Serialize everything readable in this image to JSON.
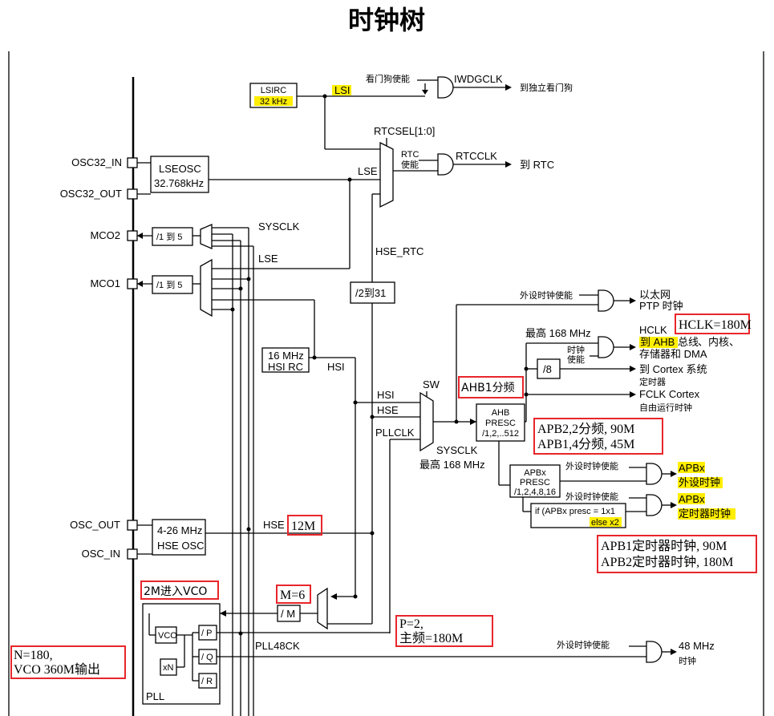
{
  "title": "时钟树",
  "pins": {
    "osc32_in": "OSC32_IN",
    "osc32_out": "OSC32_OUT",
    "mco2": "MCO2",
    "mco1": "MCO1",
    "osc_out": "OSC_OUT",
    "osc_in": "OSC_IN"
  },
  "blocks": {
    "lsirc_1": "LSIRC",
    "lsirc_2": "32 kHz",
    "lseosc_1": "LSEOSC",
    "lseosc_2": "32.768kHz",
    "mco_div": "/1 到 5",
    "hsirc_1": "16 MHz",
    "hsirc_2": "HSI RC",
    "div2to31": "/2到31",
    "hseosc_1": "4-26 MHz",
    "hseosc_2": "HSE OSC",
    "div_m": "/ M",
    "vco": "VCO",
    "xn": "xN",
    "div_p": "/ P",
    "div_q": "/ Q",
    "div_r": "/ R",
    "pll": "PLL",
    "div8": "/8",
    "ahb_1": "AHB",
    "ahb_2": "PRESC",
    "ahb_3": "/1,2,..512",
    "apbx_1": "APBx",
    "apbx_2": "PRESC",
    "apbx_3": "/1,2,4,8,16",
    "timmul_1": "if (APBx presc = 1x1",
    "timmul_2": "else x2"
  },
  "signals": {
    "lsi": "LSI",
    "lse": "LSE",
    "lse2": "LSE",
    "sysclk_mux": "SYSCLK",
    "hsi": "HSI",
    "hsi2": "HSI",
    "hse": "HSE",
    "hse2": "HSE",
    "pllclk": "PLLCLK",
    "hse_rtc": "HSE_RTC",
    "rtcsel": "RTCSEL[1:0]",
    "sw": "SW",
    "sysclk": "SYSCLK",
    "sysclk_max": "最高 168 MHz",
    "pll48ck": "PLL48CK",
    "hclk": "HCLK",
    "max168": "最高 168 MHz"
  },
  "outputs": {
    "wdg_en": "看门狗使能",
    "iwdgclk": "IWDGCLK",
    "to_iwdg": "到独立看门狗",
    "rtc_en_1": "RTC",
    "rtc_en_2": "使能",
    "rtcclk": "RTCCLK",
    "to_rtc": "到 RTC",
    "periph_en_eth": "外设时钟使能",
    "eth_1": "以太网",
    "eth_2": "PTP 时钟",
    "clk_en_1": "时钟",
    "clk_en_2": "使能",
    "ahb_1": "到 AHB 总线",
    "ahb_1b": "、内核、",
    "ahb_2": "存储器和 DMA",
    "cortex_1": "到 Cortex 系统",
    "cortex_2": "定时器",
    "fclk_1": "FCLK Cortex",
    "fclk_2": "自由运行时钟",
    "periph_en_apb": "外设时钟使能",
    "apbx_p1": "APBx",
    "apbx_p2": "外设时钟",
    "periph_en_tim": "外设时钟使能",
    "apbx_t1": "APBx",
    "apbx_t2": "定时器时钟",
    "periph_en_48": "外设时钟使能",
    "mhz48_1": "48 MHz",
    "mhz48_2": "时钟"
  },
  "annotations": {
    "hclk": "HCLK=180M",
    "ahb1": "AHB1分频",
    "apb_1": "APB2,2分频, 90M",
    "apb_2": "APB1,4分频, 45M",
    "timer_1": "APB1定时器时钟, 90M",
    "timer_2": "APB2定时器时钟, 180M",
    "hse_12m": "12M",
    "m6": "M=6",
    "vco2m": "2M进入VCO",
    "p2_1": "P=2,",
    "p2_2": "主频=180M",
    "n180_1": "N=180,",
    "n180_2": "VCO 360M输出"
  },
  "colors": {
    "highlight": "#ffee00",
    "annotation_border": "#e8262b"
  }
}
